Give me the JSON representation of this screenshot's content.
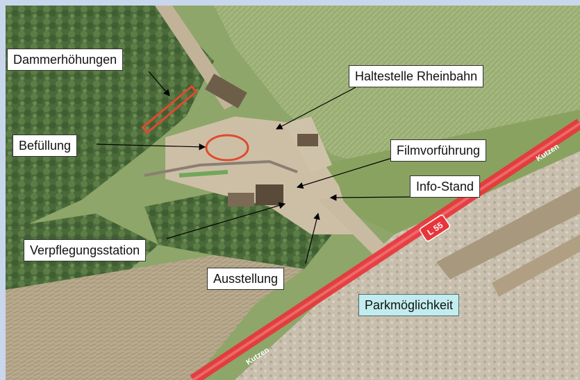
{
  "labels": {
    "dammerhoehungen": "Dammerhöhungen",
    "befuellung": "Befüllung",
    "haltestelle": "Haltestelle Rheinbahn",
    "filmvorfuehrung": "Filmvorführung",
    "info_stand": "Info-Stand",
    "verpflegung": "Verpflegungsstation",
    "ausstellung": "Ausstellung",
    "parkmoeglichkeit": "Parkmöglichkeit"
  },
  "road": {
    "name_top": "Kutzen",
    "name_bottom": "Kutzen",
    "shield": "L 55"
  },
  "colors": {
    "frame": "#c9d7ec",
    "road_red": "#e8353b",
    "marker_red": "#e04a2e",
    "parking_box": "#c3ecee"
  }
}
